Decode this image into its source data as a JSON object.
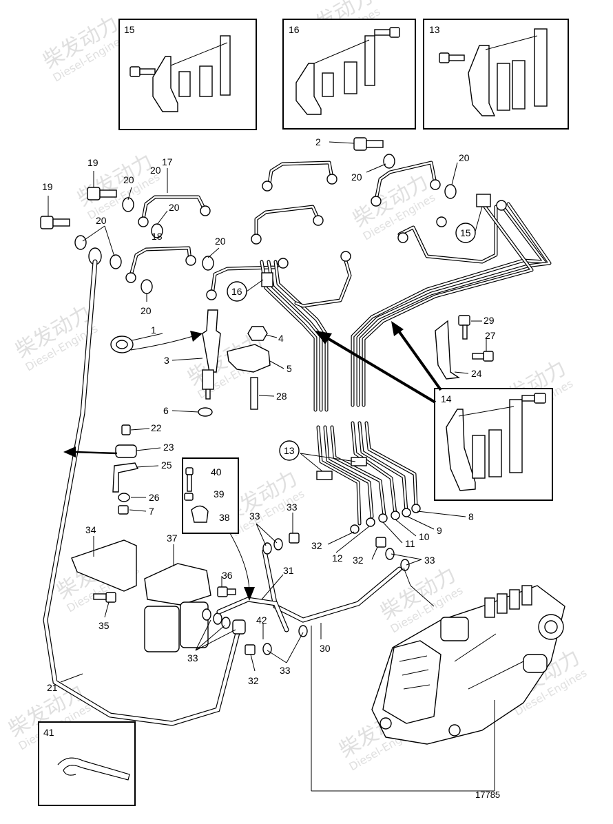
{
  "diagram": {
    "drawing_number": "17785",
    "watermark": {
      "cn_text": "柴发动力",
      "en_text": "Diesel-Engines"
    },
    "inset_boxes": [
      {
        "label": "15"
      },
      {
        "label": "16"
      },
      {
        "label": "13"
      },
      {
        "label": "14"
      },
      {
        "label": "41"
      }
    ],
    "parts_box_labels": [
      "40",
      "39",
      "38"
    ],
    "circled_labels": [
      "15",
      "16",
      "13"
    ],
    "callouts": [
      "19",
      "19",
      "17",
      "20",
      "20",
      "20",
      "20",
      "20",
      "20",
      "20",
      "20",
      "18",
      "2",
      "1",
      "3",
      "6",
      "4",
      "5",
      "28",
      "29",
      "27",
      "24",
      "22",
      "23",
      "25",
      "26",
      "7",
      "8",
      "9",
      "10",
      "11",
      "12",
      "32",
      "33",
      "33",
      "32",
      "33",
      "34",
      "37",
      "36",
      "35",
      "31",
      "42",
      "33",
      "32",
      "33",
      "30",
      "21"
    ]
  }
}
